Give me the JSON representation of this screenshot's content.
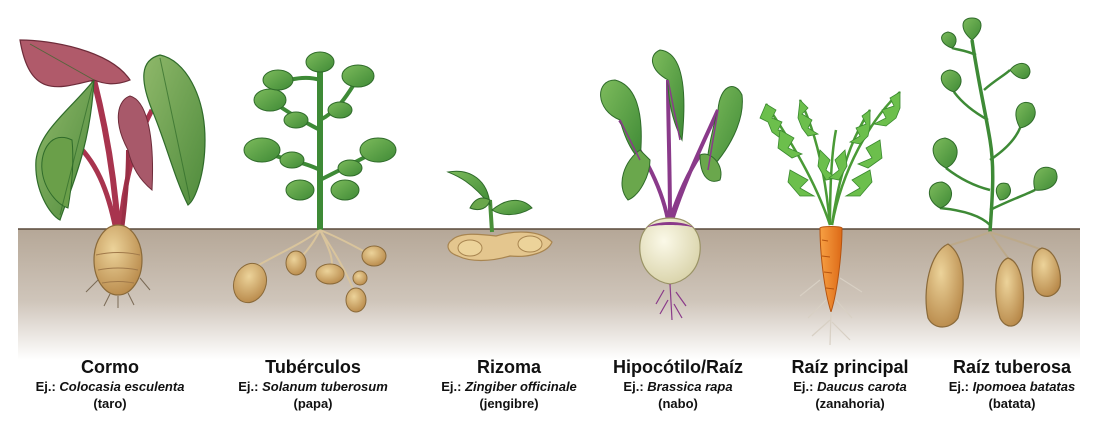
{
  "colors": {
    "soil_top": "#b9ab9c",
    "soil_bottom": "#ffffff",
    "leaf": "#5fa54a",
    "leaf_dark": "#2f6b2a",
    "tuber": "#d9b77a",
    "carrot": "#f0852a",
    "turnip": "#f2efd4",
    "purple": "#8a3a8a",
    "taro_stem": "#a8344e"
  },
  "plants": [
    {
      "id": "cormo",
      "name": "Cormo",
      "prefix": "Ej.:",
      "scientific": "Colocasia esculenta",
      "common": "(taro)"
    },
    {
      "id": "tuberculos",
      "name": "Tubérculos",
      "prefix": "Ej.:",
      "scientific": "Solanum tuberosum",
      "common": "(papa)"
    },
    {
      "id": "rizoma",
      "name": "Rizoma",
      "prefix": "Ej.:",
      "scientific": "Zingiber officinale",
      "common": "(jengibre)"
    },
    {
      "id": "hipocotilo",
      "name": "Hipocótilo/Raíz",
      "prefix": "Ej.:",
      "scientific": "Brassica rapa",
      "common": "(nabo)"
    },
    {
      "id": "raiz-principal",
      "name": "Raíz principal",
      "prefix": "Ej.:",
      "scientific": "Daucus carota",
      "common": "(zanahoria)"
    },
    {
      "id": "raiz-tuberosa",
      "name": "Raíz tuberosa",
      "prefix": "Ej.:",
      "scientific": "Ipomoea batatas",
      "common": "(batata)"
    }
  ]
}
